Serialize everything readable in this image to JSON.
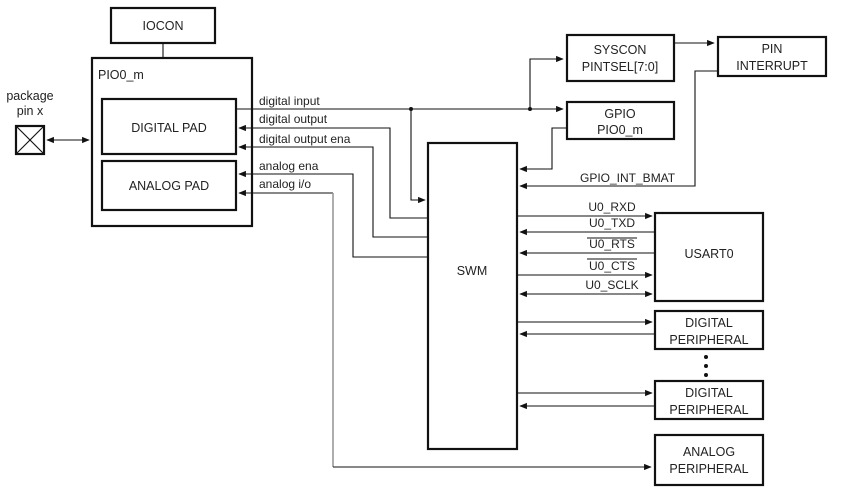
{
  "blocks": {
    "iocon": "IOCON",
    "pio_container": "PIO0_m",
    "digital_pad": "DIGITAL PAD",
    "analog_pad": "ANALOG PAD",
    "package_pin_line1": "package",
    "package_pin_line2": "pin x",
    "swm": "SWM",
    "syscon_line1": "SYSCON",
    "syscon_line2": "PINTSEL[7:0]",
    "pin_interrupt_line1": "PIN",
    "pin_interrupt_line2": "INTERRUPT",
    "gpio_line1": "GPIO",
    "gpio_line2": "PIO0_m",
    "usart0": "USART0",
    "digital_peripheral_1_line1": "DIGITAL",
    "digital_peripheral_1_line2": "PERIPHERAL",
    "digital_peripheral_2_line1": "DIGITAL",
    "digital_peripheral_2_line2": "PERIPHERAL",
    "analog_peripheral_line1": "ANALOG",
    "analog_peripheral_line2": "PERIPHERAL"
  },
  "signals": {
    "digital_input": "digital input",
    "digital_output": "digital output",
    "digital_output_ena": "digital output ena",
    "analog_ena": "analog ena",
    "analog_io": "analog i/o",
    "gpio_int_bmat": "GPIO_INT_BMAT",
    "u0_rxd": "U0_RXD",
    "u0_txd": "U0_TXD",
    "u0_rts": "U0_RTS",
    "u0_cts": "U0_CTS",
    "u0_sclk": "U0_SCLK"
  }
}
